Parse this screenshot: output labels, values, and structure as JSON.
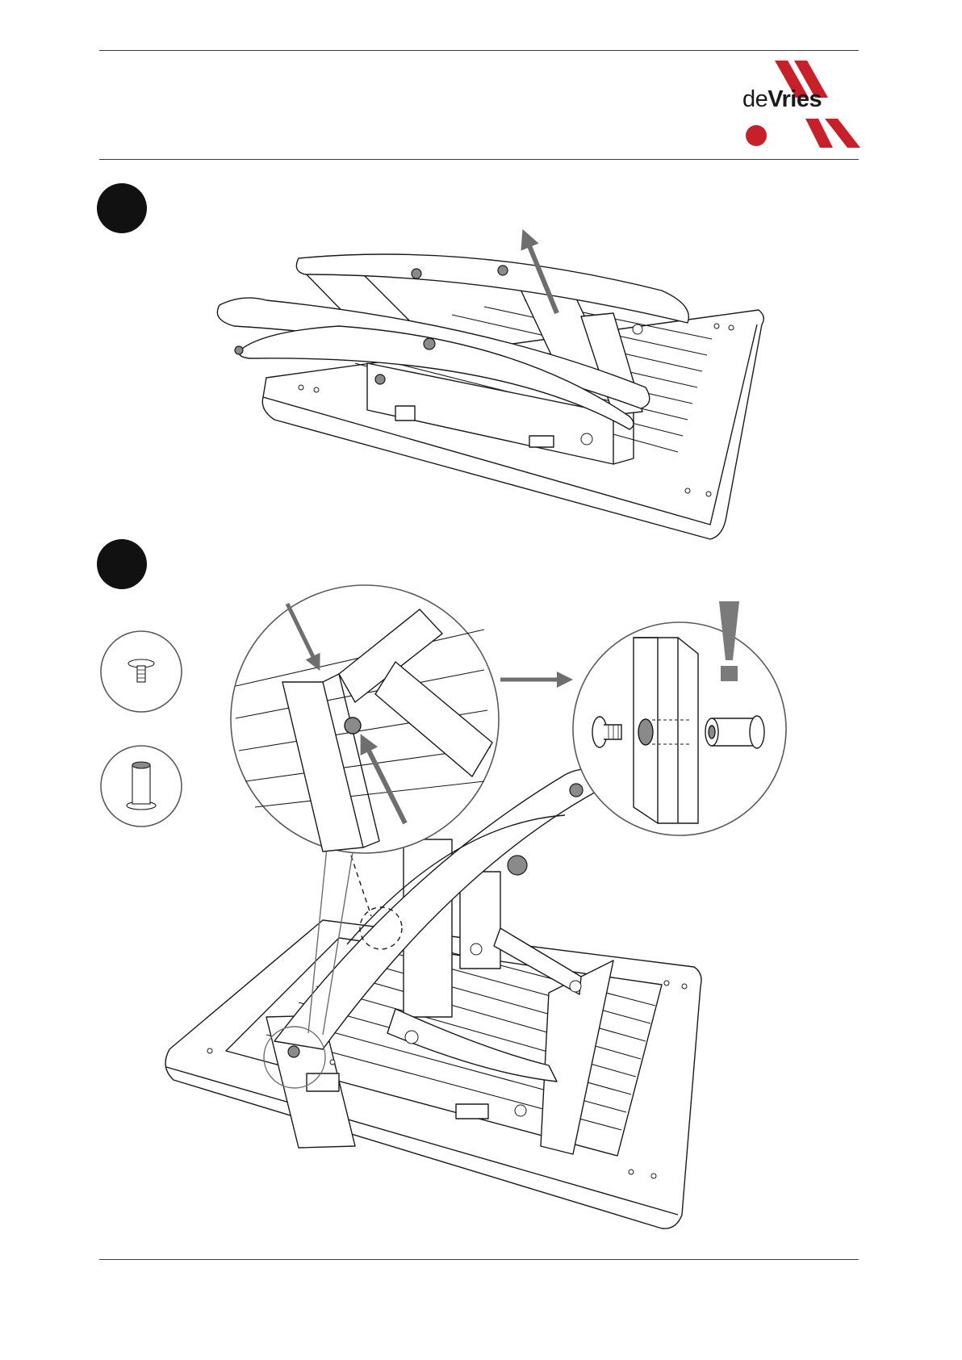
{
  "brand": {
    "name_light": "de",
    "name_bold": "Vries",
    "accent_color": "#c8202a"
  },
  "steps": [
    {
      "id": "step-1",
      "label": ""
    },
    {
      "id": "step-2",
      "label": ""
    }
  ],
  "parts": [
    {
      "name": "bolt-part",
      "icon": "bolt-icon"
    },
    {
      "name": "barrel-nut-part",
      "icon": "barrel-nut-icon"
    }
  ],
  "callouts": {
    "warning_glyph": "!",
    "detail_icon": "magnify-detail-icon"
  },
  "colors": {
    "line": "#1a1a1a",
    "hole_fill": "#8a8a8a",
    "arrow": "#6e6e6e",
    "step_dot": "#111111"
  }
}
